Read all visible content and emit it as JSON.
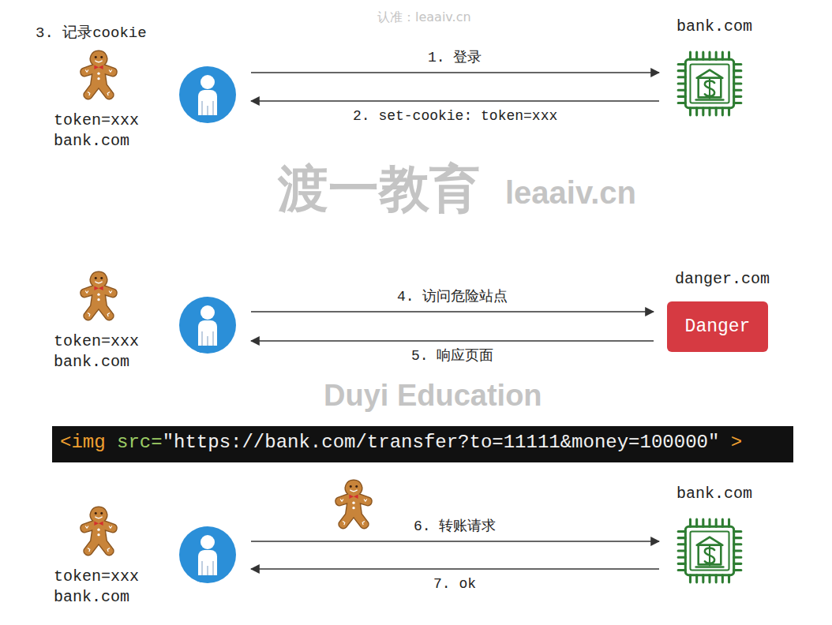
{
  "diagram": {
    "nodes": [
      {
        "text": [
          "3. 记录cookie",
          "token=xxx bank.com"
        ]
      },
      {
        "text": [
          "bank.com"
        ]
      },
      {
        "text": [
          "token=xxx bank.com"
        ]
      },
      {
        "text": [
          "danger.com",
          "Danger"
        ]
      },
      {
        "text": [
          "<img src=\"https://bank.com/transfer?to=11111&money=100000\" >"
        ]
      },
      {
        "text": [
          "token=xxx bank.com"
        ]
      },
      {
        "text": [
          "bank.com"
        ]
      }
    ],
    "edges": [
      {
        "from": 0,
        "to": 1,
        "arrow": "to",
        "label": "1. 登录"
      },
      {
        "from": 1,
        "to": 0,
        "arrow": "to",
        "label": "2. set-cookie: token=xxx"
      },
      {
        "from": 2,
        "to": 3,
        "arrow": "to",
        "label": "4. 访问危险站点"
      },
      {
        "from": 3,
        "to": 2,
        "arrow": "to",
        "label": "5. 响应页面"
      },
      {
        "from": 5,
        "to": 6,
        "arrow": "to",
        "label": "6. 转账请求"
      },
      {
        "from": 6,
        "to": 5,
        "arrow": "to",
        "label": "7. ok"
      }
    ],
    "labels": [
      "认准：leaaiv.cn",
      "渡一教育",
      "leaaiv.cn",
      "Duyi Education"
    ]
  }
}
